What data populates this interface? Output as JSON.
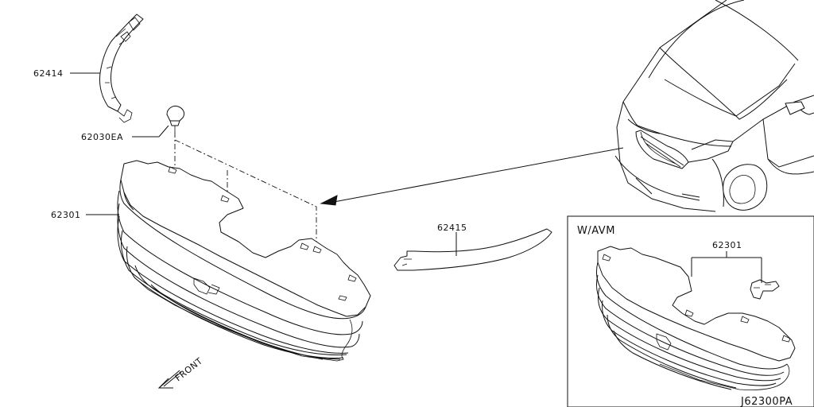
{
  "labels": {
    "p62414": "62414",
    "p62030ea": "62030EA",
    "p62301": "62301",
    "p62415": "62415",
    "inset_title": "W/AVM",
    "inset_p62301": "62301",
    "front": "FRONT",
    "diagram_id": "J62300PA"
  }
}
